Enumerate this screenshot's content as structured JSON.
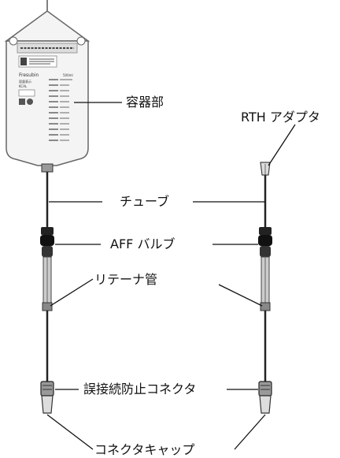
{
  "bag": {
    "label_product": "Fresubin",
    "text_lines": [
      "容量表示",
      "KCAL",
      "500ml"
    ]
  },
  "labels": {
    "container": "容器部",
    "rth_adapter": "RTH アダプタ",
    "tube": "チューブ",
    "aff_valve": "AFF バルブ",
    "retainer_tube": "リテーナ管",
    "misconnection_connector": "誤接続防止コネクタ",
    "connector_cap": "コネクタキャップ"
  },
  "colors": {
    "line": "#111111",
    "bag_outline": "#666666",
    "bag_fill": "#f4f4f4"
  }
}
